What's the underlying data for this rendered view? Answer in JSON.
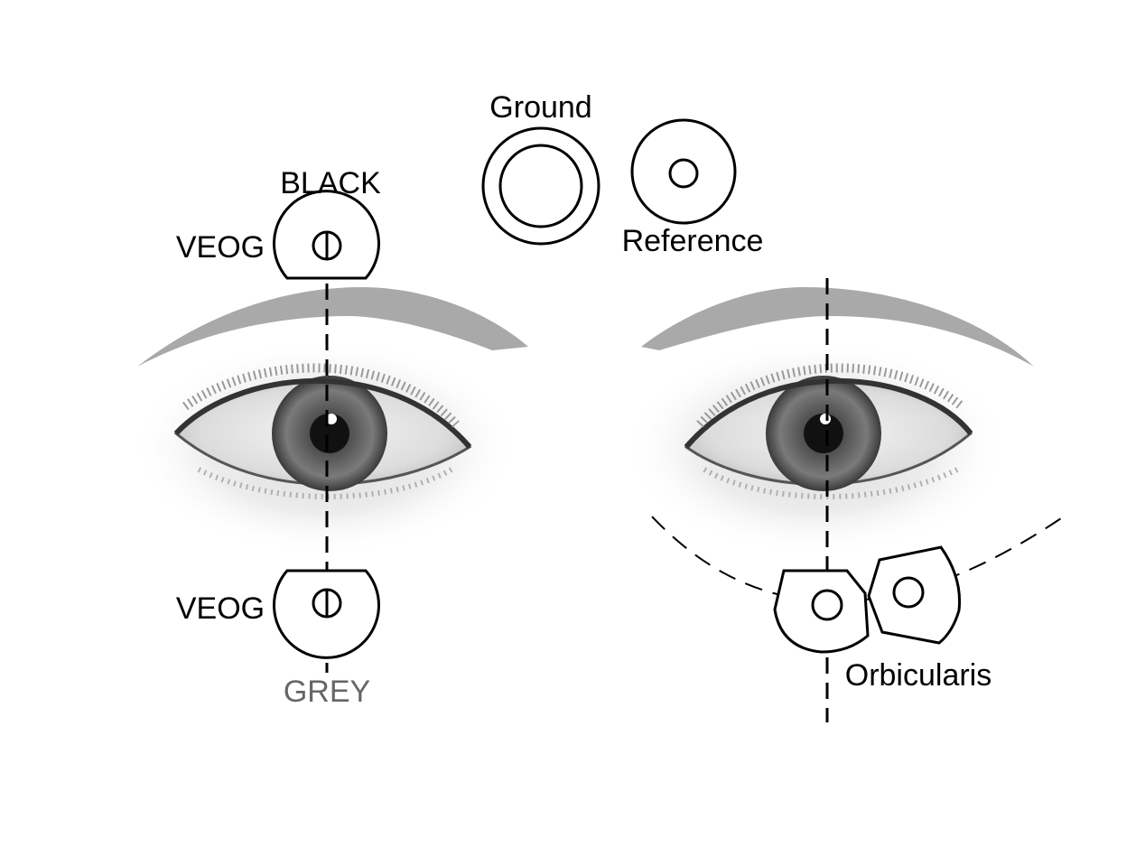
{
  "labels": {
    "ground": "Ground",
    "reference": "Reference",
    "black": "BLACK",
    "veog_top": "VEOG",
    "veog_bottom": "VEOG",
    "grey": "GREY",
    "orbicularis": "Orbicularis"
  },
  "colors": {
    "brow": "#a9a9a9",
    "grey_label": "#666666",
    "line": "#000000"
  }
}
